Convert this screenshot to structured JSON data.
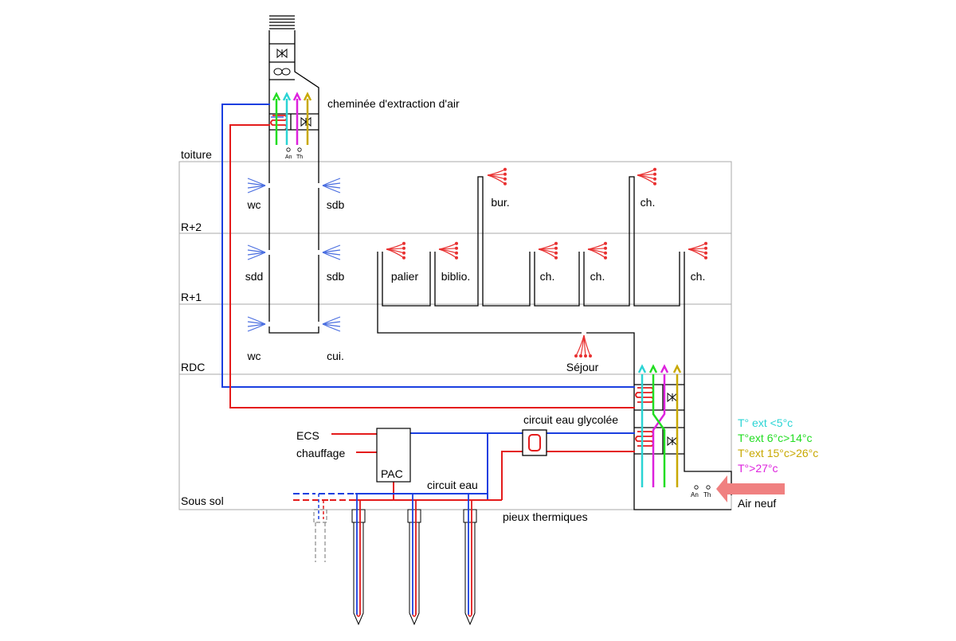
{
  "chimney": {
    "label": "cheminée d'extraction d'air",
    "sensor_an": "An",
    "sensor_th": "Th"
  },
  "floors": {
    "toiture": "toiture",
    "r2": "R+2",
    "r1": "R+1",
    "rdc": "RDC",
    "sous_sol": "Sous sol"
  },
  "rooms": {
    "wc_r2": "wc",
    "sdb_r2": "sdb",
    "sdd_r1": "sdd",
    "sdb_r1": "sdb",
    "wc_rdc": "wc",
    "cui_rdc": "cui.",
    "bur": "bur.",
    "ch_r2": "ch.",
    "palier": "palier",
    "biblio": "biblio.",
    "ch_r1_a": "ch.",
    "ch_r1_b": "ch.",
    "ch_r1_c": "ch.",
    "sejour": "Séjour"
  },
  "plant": {
    "ecs": "ECS",
    "chauffage": "chauffage",
    "pac": "PAC",
    "circuit_glycol": "circuit eau glycolée",
    "circuit_eau": "circuit eau",
    "pieux": "pieux thermiques",
    "air_neuf": "Air neuf",
    "sensor_an": "An",
    "sensor_th": "Th"
  },
  "legend": [
    {
      "text": "T° ext <5°c",
      "color": "#2ad4d4"
    },
    {
      "text": "T°ext 6°c>14°c",
      "color": "#22dd22"
    },
    {
      "text": "T°ext 15°c>26°c",
      "color": "#c8a800"
    },
    {
      "text": "T°>27°c",
      "color": "#dd22dd"
    }
  ],
  "colors": {
    "cold": "#1a3fe0",
    "hot": "#e41b1b",
    "line": "#000000",
    "floor": "#aaaaaa",
    "vent_blue": "#4a6ee0",
    "vent_red": "#e83030",
    "air_in": "#f08080"
  }
}
